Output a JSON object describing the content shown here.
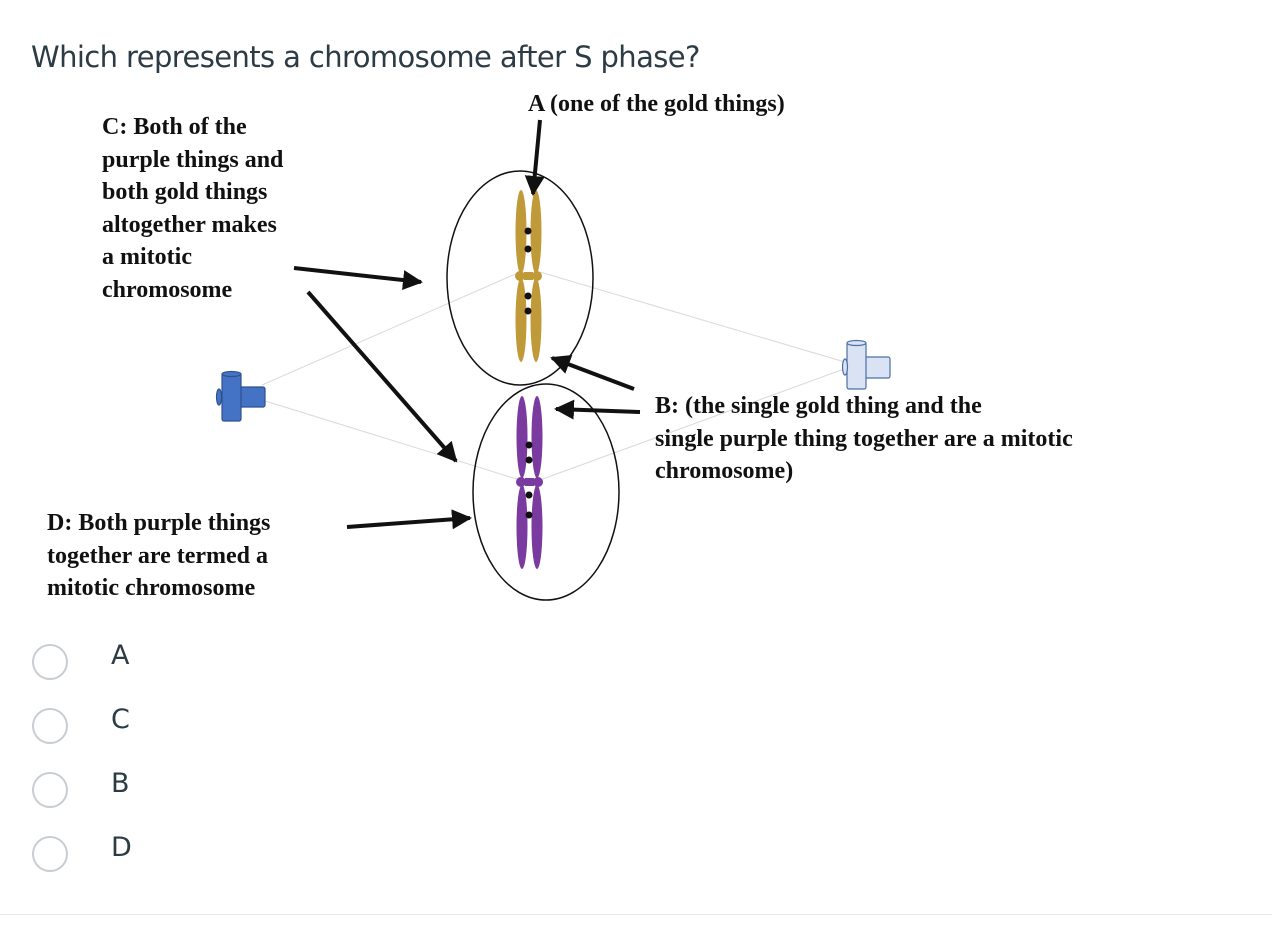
{
  "question": {
    "text": "Which represents a chromosome after S phase?"
  },
  "figure": {
    "label_a": "A (one of the gold things)",
    "label_c_lines": [
      "C: Both of the",
      "purple things and",
      "both gold things",
      "altogether makes",
      "a mitotic",
      "chromosome"
    ],
    "label_b_lines": [
      "B: (the single gold thing and the",
      "single purple thing together are a mitotic",
      "chromosome)"
    ],
    "label_d_lines": [
      "D: Both purple things",
      "together are termed a",
      "mitotic chromosome"
    ],
    "colors": {
      "gold_chromatid": "#c09a38",
      "purple_chromatid": "#7a3aa0",
      "centrosome_left": "#4472c4",
      "centrosome_right": "#dae3f3",
      "arrow": "#111111"
    }
  },
  "answers": [
    {
      "label": "A",
      "selected": false
    },
    {
      "label": "C",
      "selected": false
    },
    {
      "label": "B",
      "selected": false
    },
    {
      "label": "D",
      "selected": false
    }
  ]
}
